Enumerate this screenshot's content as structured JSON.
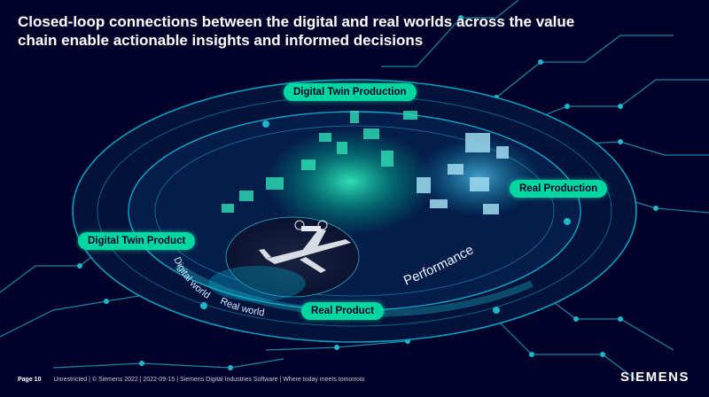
{
  "title": {
    "line1": "Closed-loop connections between the digital and real worlds across the value",
    "line2": "chain enable actionable insights and informed decisions"
  },
  "labels": {
    "digital_twin_production": "Digital Twin Production",
    "real_production": "Real Production",
    "digital_twin_product": "Digital Twin Product",
    "real_product": "Real Product"
  },
  "curve_labels": {
    "digital_world": "Digital world",
    "real_world": "Real world",
    "performance": "Performance"
  },
  "footer": {
    "page": "Page 10",
    "text": "Unrestricted | © Siemens 2022 | 2022-09-15 | Siemens Digital Industries Software | Where today meets tomorrow."
  },
  "brand": {
    "logo_text": "SIEMENS"
  },
  "colors": {
    "background": "#000028",
    "accent": "#00d7a0",
    "ring": "#0aa6c8"
  }
}
